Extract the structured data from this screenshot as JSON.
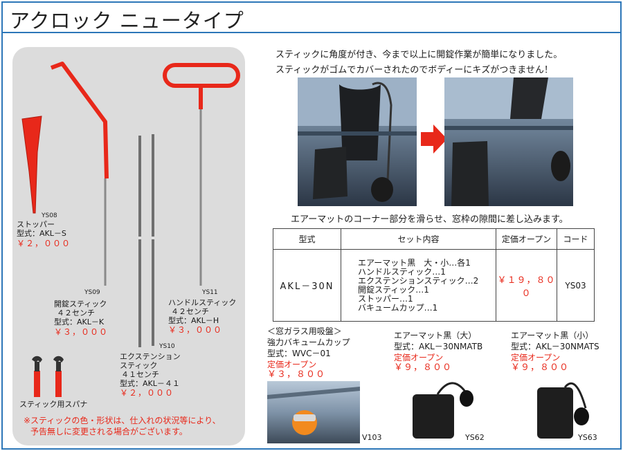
{
  "title": "アクロック ニュータイプ",
  "items": {
    "ys08": {
      "code": "YS08",
      "name": "ストッパー",
      "model": "型式：AKL－S",
      "price": "￥２，０００"
    },
    "ys09": {
      "code": "YS09",
      "name": "開錠スティック",
      "length": "４２センチ",
      "model": "型式：AKL－K",
      "price": "￥３，０００"
    },
    "ys10": {
      "code": "YS10",
      "name1": "エクステンション",
      "name2": "スティック",
      "length": "４１センチ",
      "model": "型式：AKL－４１",
      "price": "￥２，０００"
    },
    "ys11": {
      "code": "YS11",
      "name": "ハンドルスティック",
      "length": "４２センチ",
      "model": "型式：AKL－H",
      "price": "￥３，０００"
    },
    "spanner": {
      "name": "スティック用スパナ"
    }
  },
  "note_lines": [
    "※スティックの色・形状は、仕入れの状況等により、",
    "予告無しに変更される場合がございます。"
  ],
  "desc_lines": [
    "スティックに角度が付き、今まで以上に開錠作業が簡単になりました。",
    "スティックがゴムでカバーされたのでボディーにキズがつきません！"
  ],
  "caption": "エアーマットのコーナー部分を滑らせ、窓枠の隙間に差し込みます。",
  "table": {
    "headers": [
      "型式",
      "セット内容",
      "定価オープン",
      "コード"
    ],
    "model": "AKL－30N",
    "contents": [
      "エアーマット黒　大・小…各1",
      "ハンドルスティック…1",
      "エクステンションスティック…2",
      "開錠スティック…1",
      "ストッパー…1",
      "バキュームカップ…1"
    ],
    "price": "￥１９，８００",
    "code": "YS03"
  },
  "products": [
    {
      "heading": "＜窓ガラス用吸盤＞",
      "name": "強力バキュームカップ",
      "model": "型式：WVC－01",
      "open": "定価オープン",
      "price": "￥３，８００",
      "code": "V103"
    },
    {
      "name": "エアーマット黒（大）",
      "model": "型式：AKL－30NMATB",
      "open": "定価オープン",
      "price": "￥９，８００",
      "code": "YS62"
    },
    {
      "name": "エアーマット黒（小）",
      "model": "型式：AKL－30NMATS",
      "open": "定価オープン",
      "price": "￥９，８００",
      "code": "YS63"
    }
  ],
  "colors": {
    "border": "#2c76b8",
    "accent": "#e8281a",
    "tool_red": "#e8281a",
    "panel": "#dcdcdc"
  }
}
